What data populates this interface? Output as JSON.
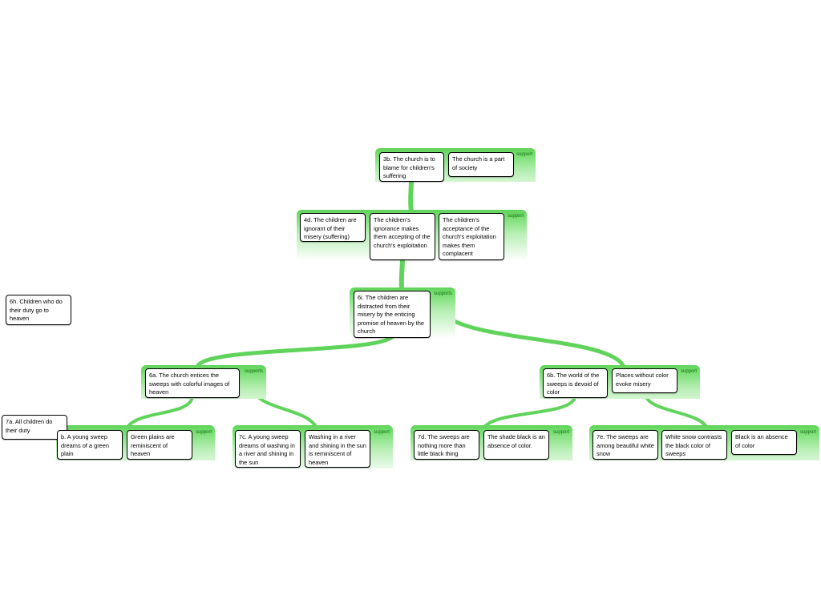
{
  "colors": {
    "band": "#5fd35a",
    "link": "#5fd35a",
    "node_border": "#000000"
  },
  "groups": {
    "g3b": {
      "label": "support"
    },
    "g4d": {
      "label": "support"
    },
    "g6i": {
      "label": "supports"
    },
    "g6a": {
      "label": "supports"
    },
    "g6b": {
      "label": "support"
    },
    "g7left": {
      "label": "support"
    },
    "g7c": {
      "label": "support"
    },
    "g7d": {
      "label": "support"
    },
    "g7e": {
      "label": "support"
    }
  },
  "nodes": {
    "n3b": "3b. The church is to blame for children's suffering",
    "n3b_s1": "The church is a part of society",
    "n4d": "4d. The children are ignorant of their misery (suffering)",
    "n4d_s1": "The children's ignorance makes them accepting of the church's exploitation",
    "n4d_s2": "The children's acceptance of the church's exploitation makes them complacent",
    "n6i": "6i. The children are distracted from their misery by the enticing promise of heaven by the church",
    "n6h": "6h. Children who do their duty go to heaven",
    "n6a": "6a. The church entices the sweeps with colorful images of heaven",
    "n6b": "6b. The world of the sweeps is devoid of color",
    "n6b_s1": "Places without color evoke misery",
    "n7a": "7a. All children do their duty",
    "n7b": "b. A young sweep dreams of a green plain",
    "n7b_s1": "Green plains are reminiscent of heaven",
    "n7c": "7c. A young sweep dreams of washing in a river and shining in the sun",
    "n7c_s1": "Washing in a river and shining in the sun is reminiscent of heaven",
    "n7d": "7d. The sweeps are nothing more than little black thing",
    "n7d_s1": "The shade black is an absence of color.",
    "n7e": "7e. The sweeps are among beautiful white snow",
    "n7e_s1": "White snow contrasts the black color of sweeps",
    "n7e_s2": "Black is an absence of color"
  }
}
